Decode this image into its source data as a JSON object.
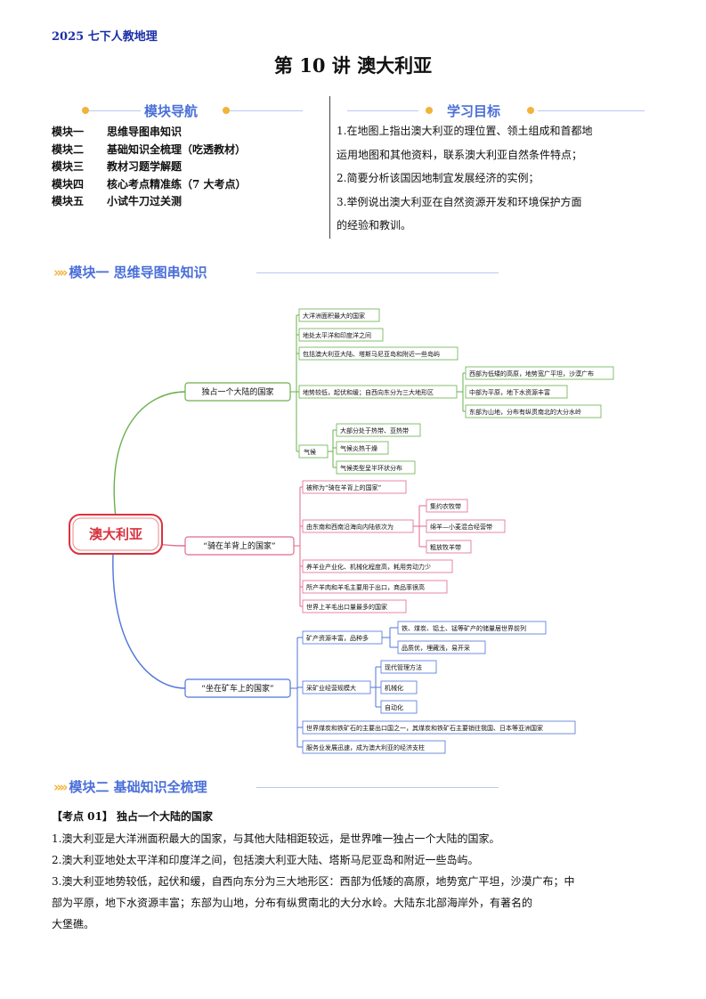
{
  "header": {
    "tag": "2025 七下人教地理",
    "title": "第 10 讲  澳大利亚"
  },
  "nav": {
    "heading": "模块导航",
    "items": [
      {
        "num": "模块一",
        "label": "思维导图串知识"
      },
      {
        "num": "模块二",
        "label": "基础知识全梳理（吃透教材）"
      },
      {
        "num": "模块三",
        "label": "教材习题学解题"
      },
      {
        "num": "模块四",
        "label": "核心考点精准练（7 大考点）"
      },
      {
        "num": "模块五",
        "label": "小试牛刀过关测"
      }
    ]
  },
  "goals": {
    "heading": "学习目标",
    "lines": [
      "1.在地图上指出澳大利亚的理位置、领土组成和首都地",
      "运用地图和其他资料，联系澳大利亚自然条件特点；",
      "2.简要分析该国因地制宜发展经济的实例；",
      "3.举例说出澳大利亚在自然资源开发和环境保护方面",
      "的经验和教训。"
    ]
  },
  "module1": {
    "banner": "模块一 思维导图串知识"
  },
  "mindmap": {
    "root": "澳大利亚",
    "b1": {
      "label": "独占一个大陆的国家",
      "n1": "大洋洲面积最大的国家",
      "n2": "地处太平洋和印度洋之间",
      "n3": "包括澳大利亚大陆、塔斯马尼亚岛和附近一些岛屿",
      "n4": "地势较低，起伏和缓；自西向东分为三大地形区",
      "n4a": "西部为低矮的高原，地势宽广平坦，沙漠广布",
      "n4b": "中部为平原，地下水资源丰富",
      "n4c": "东部为山地，分布有纵贯南北的大分水岭",
      "n5": "气候",
      "n5a": "大部分处于热带、亚热带",
      "n5b": "气候炎热干燥",
      "n5c": "气候类型呈半环状分布"
    },
    "b2": {
      "label": "“骑在羊背上的国家”",
      "n1": "被称为“骑在羊背上的国家”",
      "n2": "由东南和西南沿海向内陆依次为",
      "n2a": "集约农牧带",
      "n2b": "绵羊—小麦混合经营带",
      "n2c": "粗放牧羊带",
      "n3": "养羊业产业化、机械化程度高，耗用劳动力少",
      "n4": "所产羊肉和羊毛主要用于出口，商品率很高",
      "n5": "世界上羊毛出口量最多的国家"
    },
    "b3": {
      "label": "“坐在矿车上的国家”",
      "n1": "矿产资源丰富，品种多",
      "n1a": "铁、煤炭、铝土、锰等矿产的储量居世界前列",
      "n1b": "品质优，埋藏浅，易开采",
      "n2": "采矿业经营规模大",
      "n2a": "现代管理方法",
      "n2b": "机械化",
      "n2c": "自动化",
      "n3": "世界煤炭和铁矿石的主要出口国之一，其煤炭和铁矿石主要销往我国、日本等亚洲国家",
      "n4": "服务业发展迅速，成为澳大利亚的经济支柱"
    }
  },
  "module2": {
    "banner": "模块二 基础知识全梳理"
  },
  "kp": {
    "title": "【考点 01】 独占一个大陆的国家",
    "p1": "1.澳大利亚是大洋洲面积最大的国家，与其他大陆相距较远，是世界唯一独占一个大陆的国家。",
    "p2": "2.澳大利亚地处太平洋和印度洋之间，包括澳大利亚大陆、塔斯马尼亚岛和附近一些岛屿。",
    "p3a": "3.澳大利亚地势较低，起伏和缓，自西向东分为三大地形区：西部为低矮的高原，地势宽广平坦，沙漠广布；中",
    "p3b": "部为平原，地下水资源丰富；东部为山地，分布有纵贯南北的大分水岭。大陆东北部海岸外，有著名的",
    "p3c": "大堡礁。"
  },
  "colors": {
    "accent": "#4a6fd8",
    "gold": "#f2b33a",
    "green": "#6ab04c",
    "pink": "#e26a8d",
    "blue": "#4f74d9",
    "red": "#d9333f"
  }
}
